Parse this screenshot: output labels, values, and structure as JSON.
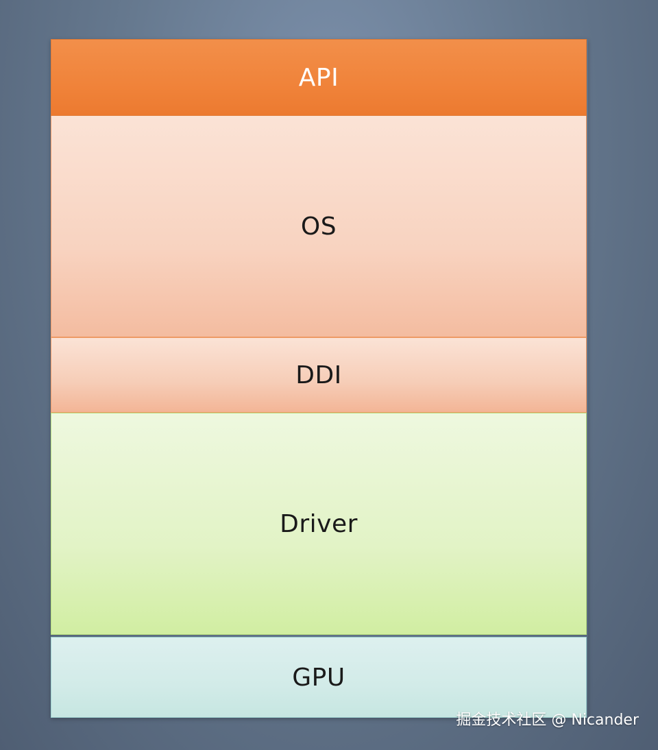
{
  "layers": [
    {
      "label": "API"
    },
    {
      "label": "OS"
    },
    {
      "label": "DDI"
    },
    {
      "label": "Driver"
    },
    {
      "label": "GPU"
    }
  ],
  "watermark": "掘金技术社区 @ Nicander"
}
